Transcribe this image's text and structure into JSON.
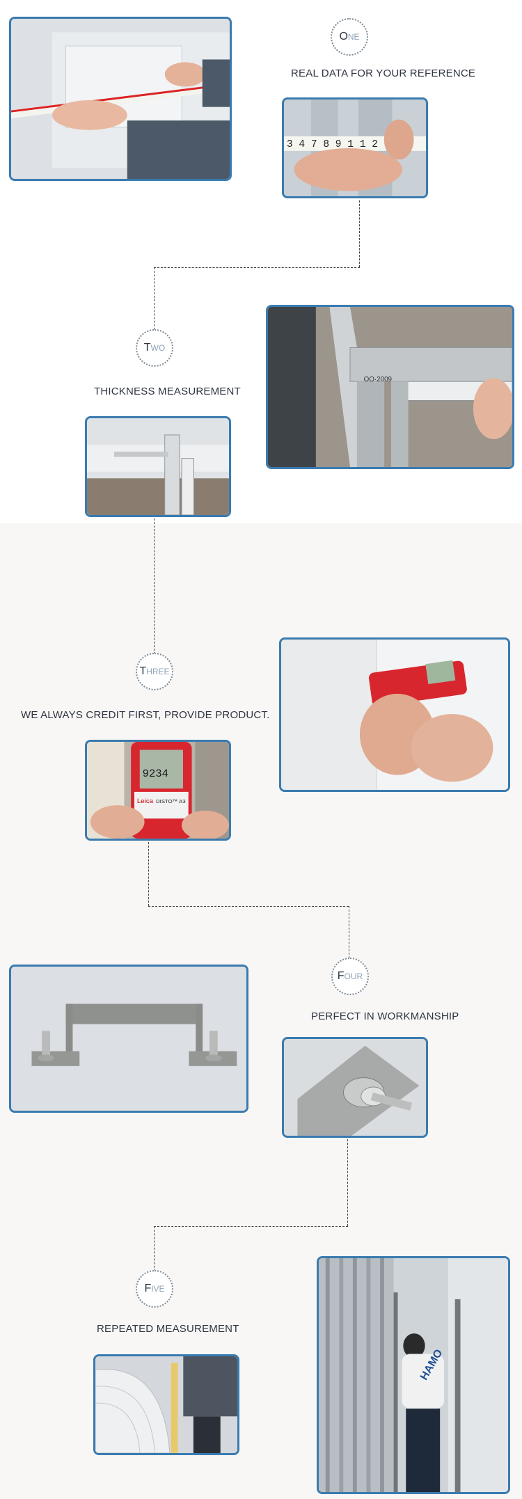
{
  "sections": [
    {
      "badge_first": "O",
      "badge_rest": "NE",
      "caption": "REAL DATA  FOR YOUR REFERENCE"
    },
    {
      "badge_first": "T",
      "badge_rest": "WO",
      "caption": "THICKNESS MEASUREMENT"
    },
    {
      "badge_first": "T",
      "badge_rest": "HREE",
      "caption": "WE ALWAYS CREDIT FIRST, PROVIDE PRODUCT."
    },
    {
      "badge_first": "F",
      "badge_rest": "OUR",
      "caption": "PERFECT IN WORKMANSHIP"
    },
    {
      "badge_first": "F",
      "badge_rest": "IVE",
      "caption": "REPEATED MEASUREMENT"
    }
  ],
  "photo_text": {
    "ruler_digits": "3 4   7 8 9 1 1 2 3 4",
    "caliper_brand": "QQ·2009",
    "meter_reading": "9234",
    "meter_brand": "Leica",
    "meter_model": "DISTO™ A3",
    "jacket_text": "HAMO"
  },
  "colors": {
    "frame": "#3a7bb0",
    "band": "#f7f6f4",
    "badge_text": "#8ea3b8"
  }
}
